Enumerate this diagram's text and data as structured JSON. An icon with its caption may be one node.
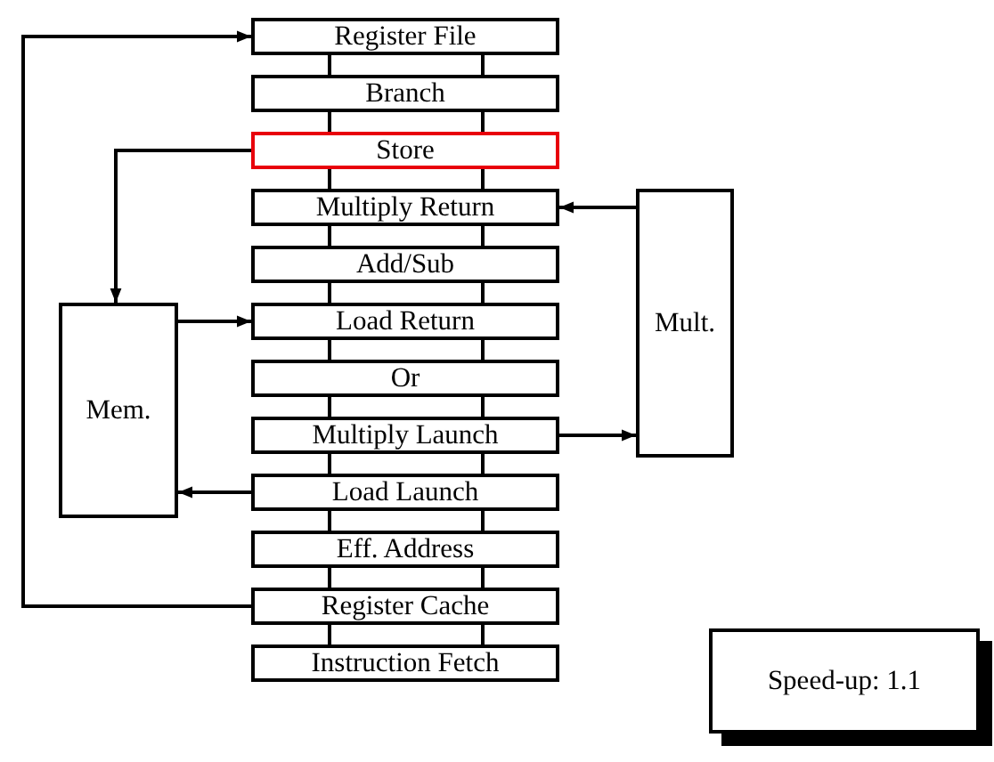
{
  "diagram": {
    "nodes": [
      {
        "text": [
          "Register File"
        ]
      },
      {
        "text": [
          "Branch"
        ]
      },
      {
        "text": [
          "Store"
        ]
      },
      {
        "text": [
          "Multiply Return"
        ]
      },
      {
        "text": [
          "Add/Sub"
        ]
      },
      {
        "text": [
          "Load Return"
        ]
      },
      {
        "text": [
          "Or"
        ]
      },
      {
        "text": [
          "Multiply Launch"
        ]
      },
      {
        "text": [
          "Load Launch"
        ]
      },
      {
        "text": [
          "Eff. Address"
        ]
      },
      {
        "text": [
          "Register Cache"
        ]
      },
      {
        "text": [
          "Instruction Fetch"
        ]
      },
      {
        "text": [
          "Mem."
        ]
      },
      {
        "text": [
          "Mult."
        ]
      },
      {
        "text": [
          "Speed-up: 1.1"
        ]
      }
    ],
    "edges": [
      {
        "from": 10,
        "to": 0,
        "arrow": "to"
      },
      {
        "from": 2,
        "to": 12,
        "arrow": "to"
      },
      {
        "from": 13,
        "to": 3,
        "arrow": "to"
      },
      {
        "from": 12,
        "to": 5,
        "arrow": "to"
      },
      {
        "from": 7,
        "to": 13,
        "arrow": "to"
      },
      {
        "from": 8,
        "to": 12,
        "arrow": "to"
      },
      {
        "from": 0,
        "to": 1,
        "arrow": "none"
      },
      {
        "from": 0,
        "to": 1,
        "arrow": "none"
      },
      {
        "from": 1,
        "to": 2,
        "arrow": "none"
      },
      {
        "from": 1,
        "to": 2,
        "arrow": "none"
      },
      {
        "from": 2,
        "to": 3,
        "arrow": "none"
      },
      {
        "from": 2,
        "to": 3,
        "arrow": "none"
      },
      {
        "from": 3,
        "to": 4,
        "arrow": "none"
      },
      {
        "from": 3,
        "to": 4,
        "arrow": "none"
      },
      {
        "from": 4,
        "to": 5,
        "arrow": "none"
      },
      {
        "from": 4,
        "to": 5,
        "arrow": "none"
      },
      {
        "from": 5,
        "to": 6,
        "arrow": "none"
      },
      {
        "from": 5,
        "to": 6,
        "arrow": "none"
      },
      {
        "from": 6,
        "to": 7,
        "arrow": "none"
      },
      {
        "from": 6,
        "to": 7,
        "arrow": "none"
      },
      {
        "from": 7,
        "to": 8,
        "arrow": "none"
      },
      {
        "from": 7,
        "to": 8,
        "arrow": "none"
      },
      {
        "from": 8,
        "to": 9,
        "arrow": "none"
      },
      {
        "from": 8,
        "to": 9,
        "arrow": "none"
      },
      {
        "from": 9,
        "to": 10,
        "arrow": "none"
      },
      {
        "from": 9,
        "to": 10,
        "arrow": "none"
      },
      {
        "from": 10,
        "to": 11,
        "arrow": "none"
      },
      {
        "from": 10,
        "to": 11,
        "arrow": "none"
      }
    ]
  }
}
